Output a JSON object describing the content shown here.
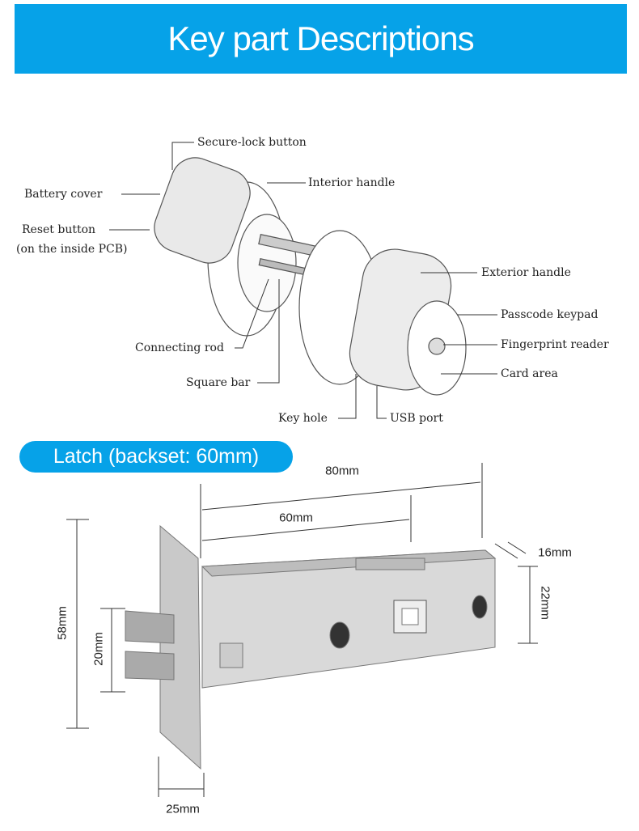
{
  "header": {
    "title": "Key part Descriptions"
  },
  "lock_labels": {
    "secure_lock_button": "Secure-lock button",
    "interior_handle": "Interior handle",
    "battery_cover": "Battery cover",
    "reset_button": "Reset button",
    "reset_button_note": "(on the inside PCB)",
    "exterior_handle": "Exterior handle",
    "passcode_keypad": "Passcode keypad",
    "fingerprint_reader": "Fingerprint reader",
    "card_area": "Card area",
    "connecting_rod": "Connecting rod",
    "square_bar": "Square bar",
    "key_hole": "Key hole",
    "usb_port": "USB port"
  },
  "latch": {
    "title": "Latch (backset: 60mm)",
    "dimensions": {
      "length_total": "80mm",
      "backset": "60mm",
      "thickness": "16mm",
      "body_height": "22mm",
      "faceplate_height": "58mm",
      "bolt_height": "20mm",
      "faceplate_width": "25mm"
    }
  },
  "colors": {
    "accent": "#06a2e8"
  }
}
